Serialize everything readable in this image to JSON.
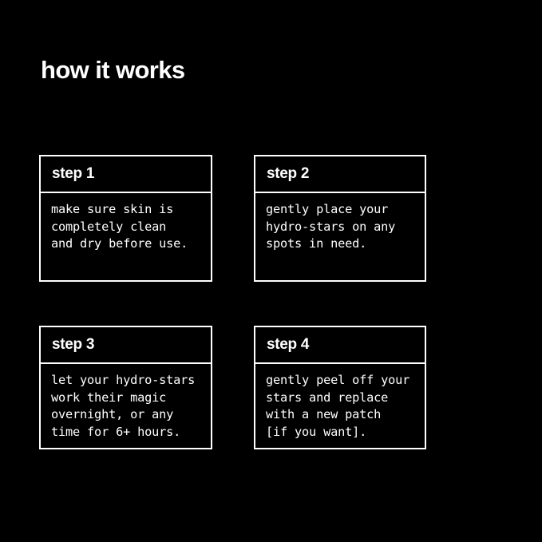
{
  "page": {
    "background_color": "#000000",
    "text_color": "#ffffff",
    "border_color": "#ffffff",
    "title": "how it works"
  },
  "steps": [
    {
      "label": "step 1",
      "body": "make sure skin is\ncompletely clean\nand dry before use."
    },
    {
      "label": "step 2",
      "body": "gently place your\nhydro-stars on any\nspots in need."
    },
    {
      "label": "step 3",
      "body": "let your hydro-stars\nwork their magic\novernight, or any\ntime for 6+ hours."
    },
    {
      "label": "step 4",
      "body": "gently peel off your\nstars and replace\nwith a new patch\n[if you want]."
    }
  ]
}
